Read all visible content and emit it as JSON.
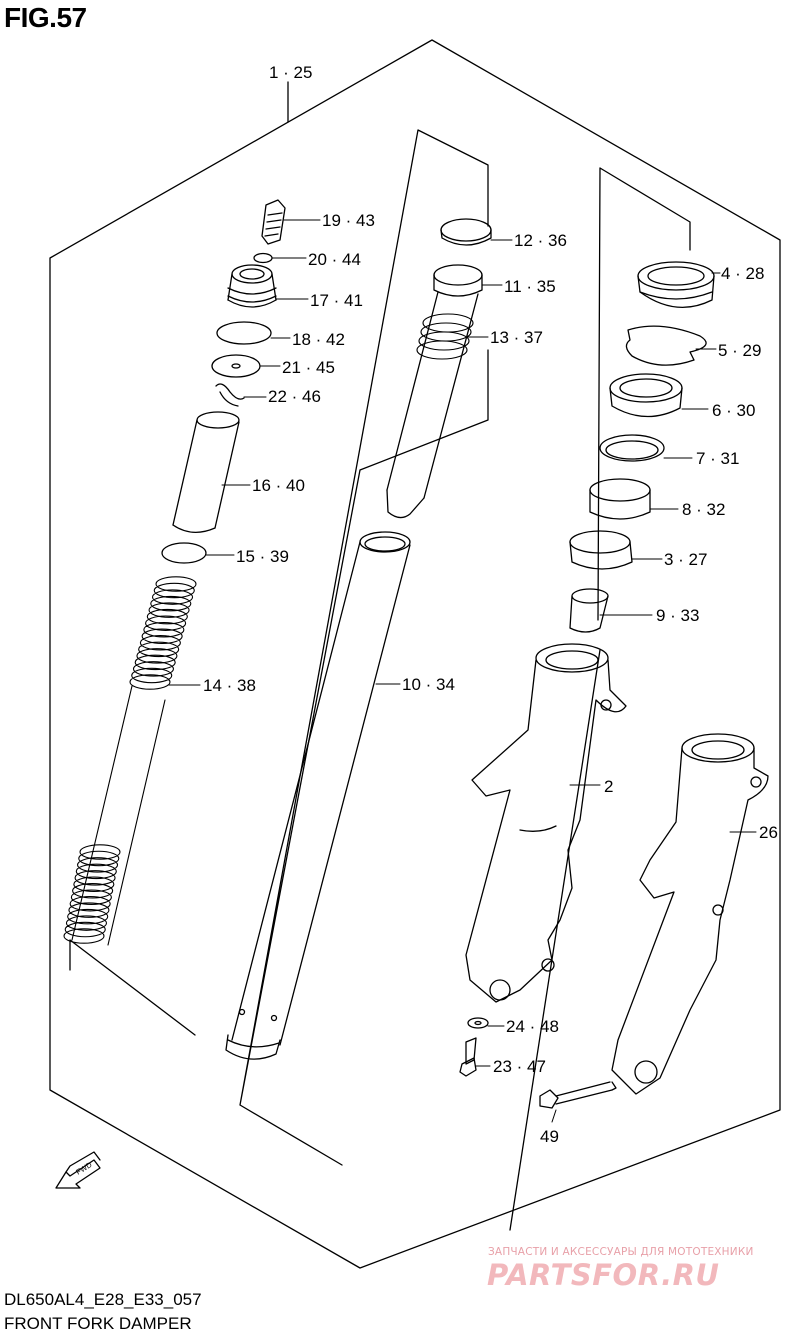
{
  "figure": {
    "title": "FIG.57"
  },
  "callouts": [
    {
      "id": "c-1-25",
      "text": "1 · 25"
    },
    {
      "id": "c-19-43",
      "text": "19 · 43"
    },
    {
      "id": "c-20-44",
      "text": "20 · 44"
    },
    {
      "id": "c-17-41",
      "text": "17 · 41"
    },
    {
      "id": "c-18-42",
      "text": "18 · 42"
    },
    {
      "id": "c-21-45",
      "text": "21 · 45"
    },
    {
      "id": "c-22-46",
      "text": "22 · 46"
    },
    {
      "id": "c-16-40",
      "text": "16 · 40"
    },
    {
      "id": "c-15-39",
      "text": "15 · 39"
    },
    {
      "id": "c-14-38",
      "text": "14 · 38"
    },
    {
      "id": "c-12-36",
      "text": "12 · 36"
    },
    {
      "id": "c-11-35",
      "text": "11 · 35"
    },
    {
      "id": "c-13-37",
      "text": "13 · 37"
    },
    {
      "id": "c-10-34",
      "text": "10 · 34"
    },
    {
      "id": "c-4-28",
      "text": "4 · 28"
    },
    {
      "id": "c-5-29",
      "text": "5 · 29"
    },
    {
      "id": "c-6-30",
      "text": "6 · 30"
    },
    {
      "id": "c-7-31",
      "text": "7 · 31"
    },
    {
      "id": "c-8-32",
      "text": "8 · 32"
    },
    {
      "id": "c-3-27",
      "text": "3 · 27"
    },
    {
      "id": "c-9-33",
      "text": "9 · 33"
    },
    {
      "id": "c-2",
      "text": "2"
    },
    {
      "id": "c-26",
      "text": "26"
    },
    {
      "id": "c-24-48",
      "text": "24 · 48"
    },
    {
      "id": "c-23-47",
      "text": "23 · 47"
    },
    {
      "id": "c-49",
      "text": "49"
    }
  ],
  "fwd_label": "FWD",
  "footer": {
    "model_code": "DL650AL4_E28_E33_057",
    "caption": "FRONT FORK DAMPER"
  },
  "watermark": {
    "tagline": "ЗАПЧАСТИ И АКСЕССУАРЫ ДЛЯ МОТОТЕХНИКИ",
    "logo": "PARTSFOR.RU",
    "color": "#f2b8bc"
  }
}
